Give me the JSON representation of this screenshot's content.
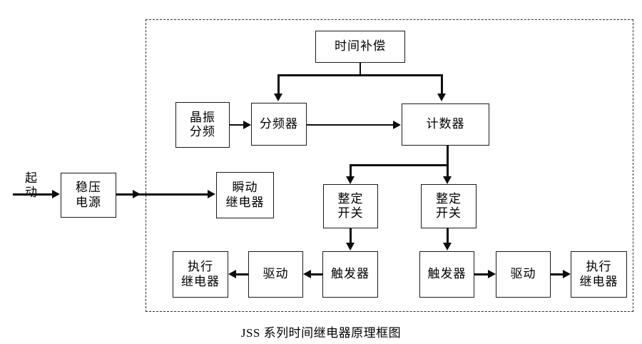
{
  "diagram": {
    "caption": "JSS 系列时间继电器原理框图",
    "enclosure_name": "dashed-boundary",
    "blocks": [
      {
        "id": "time_compensation",
        "lines": [
          "时间补偿"
        ]
      },
      {
        "id": "crystal_divider",
        "lines": [
          "晶振",
          "分频"
        ]
      },
      {
        "id": "frequency_divider",
        "lines": [
          "分频器"
        ]
      },
      {
        "id": "counter",
        "lines": [
          "计数器"
        ]
      },
      {
        "id": "regulated_supply",
        "lines": [
          "稳压",
          "电源"
        ]
      },
      {
        "id": "instant_relay",
        "lines": [
          "瞬动",
          "继电器"
        ]
      },
      {
        "id": "setting_switch_left",
        "lines": [
          "整定",
          "开关"
        ]
      },
      {
        "id": "setting_switch_right",
        "lines": [
          "整定",
          "开关"
        ]
      },
      {
        "id": "trigger_left",
        "lines": [
          "触发器"
        ]
      },
      {
        "id": "trigger_right",
        "lines": [
          "触发器"
        ]
      },
      {
        "id": "drive_left",
        "lines": [
          "驱动"
        ]
      },
      {
        "id": "drive_right",
        "lines": [
          "驱动"
        ]
      },
      {
        "id": "output_relay_left",
        "lines": [
          "执行",
          "继电器"
        ]
      },
      {
        "id": "output_relay_right",
        "lines": [
          "执行",
          "继电器"
        ]
      }
    ],
    "labels": [
      {
        "id": "start_signal",
        "lines": [
          "起",
          "动"
        ]
      }
    ],
    "colors": {
      "line": "#0d0d0d",
      "block_border": "#1a1a1a",
      "boundary": "#2b2b2b",
      "background": "#ffffff",
      "text": "#000000"
    }
  }
}
